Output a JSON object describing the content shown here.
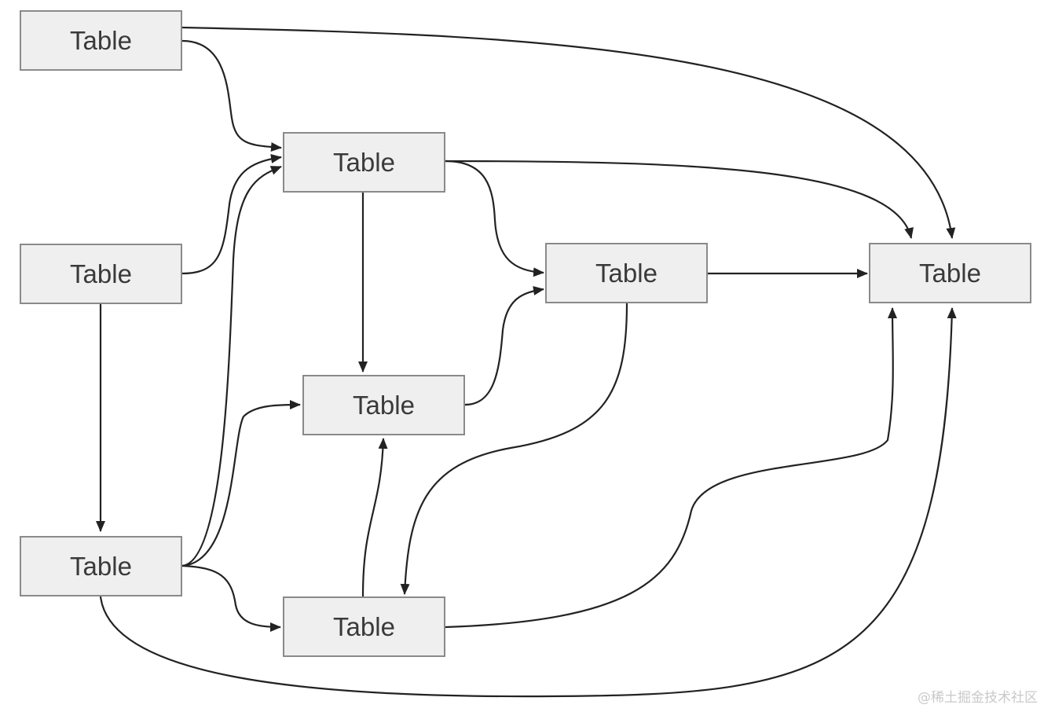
{
  "nodes": [
    {
      "id": "n1",
      "label": "Table"
    },
    {
      "id": "n2",
      "label": "Table"
    },
    {
      "id": "n3",
      "label": "Table"
    },
    {
      "id": "n4",
      "label": "Table"
    },
    {
      "id": "n5",
      "label": "Table"
    },
    {
      "id": "n6",
      "label": "Table"
    },
    {
      "id": "n7",
      "label": "Table"
    },
    {
      "id": "n8",
      "label": "Table"
    }
  ],
  "edges": [
    {
      "from": "n1",
      "to": "n4"
    },
    {
      "from": "n1",
      "to": "n8"
    },
    {
      "from": "n2",
      "to": "n4"
    },
    {
      "from": "n2",
      "to": "n3"
    },
    {
      "from": "n3",
      "to": "n4"
    },
    {
      "from": "n3",
      "to": "n5"
    },
    {
      "from": "n3",
      "to": "n6"
    },
    {
      "from": "n3",
      "to": "n8"
    },
    {
      "from": "n4",
      "to": "n5"
    },
    {
      "from": "n4",
      "to": "n7"
    },
    {
      "from": "n4",
      "to": "n8"
    },
    {
      "from": "n5",
      "to": "n7"
    },
    {
      "from": "n6",
      "to": "n5"
    },
    {
      "from": "n6",
      "to": "n8"
    },
    {
      "from": "n7",
      "to": "n6"
    },
    {
      "from": "n7",
      "to": "n8"
    }
  ],
  "colors": {
    "line": "#222222",
    "node_fill": "#efefef",
    "node_border": "#8a8a8a"
  },
  "watermark": "@稀土掘金技术社区"
}
